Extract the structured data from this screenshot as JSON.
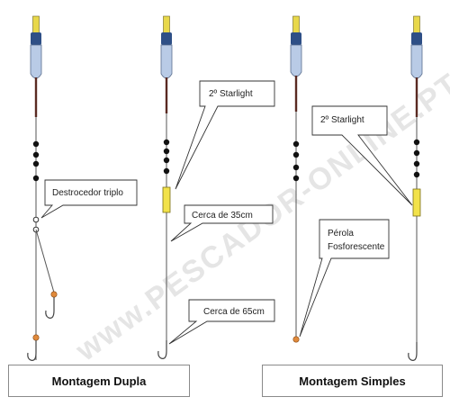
{
  "labels": {
    "destrocedor": "Destrocedor triplo",
    "starlight_dupla": "2º Starlight",
    "cerca35": "Cerca de 35cm",
    "cerca65": "Cerca de 65cm",
    "starlight_simples": "2º Starlight",
    "perola_line1": "Pérola",
    "perola_line2": "Fosforescente"
  },
  "captions": {
    "dupla": "Montagem Dupla",
    "simples": "Montagem Simples"
  },
  "watermark": "www.PESCADOR-ONLINE.PT",
  "colors": {
    "float_body": "#b9cbe6",
    "float_collar": "#2e4f86",
    "antenna": "#e8d84a",
    "stem": "#5a2a22",
    "starlight": "#f2e24a",
    "bead_orange": "#e08a3c"
  }
}
